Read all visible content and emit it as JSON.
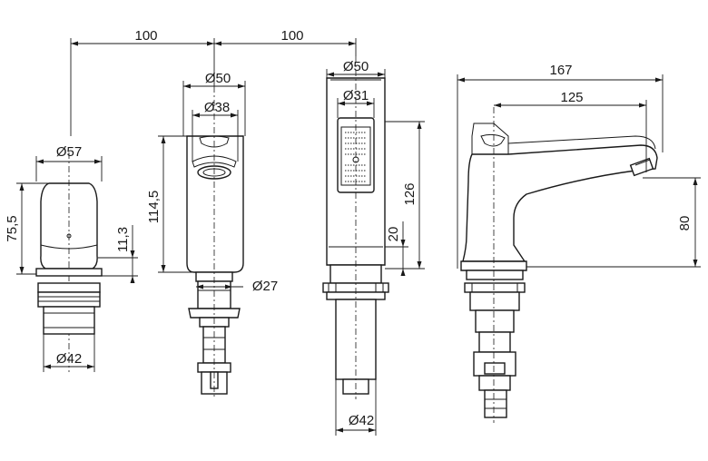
{
  "drawing": {
    "dimensions": {
      "spacing_left": "100",
      "spacing_right": "100",
      "knob_diameter": "Ø57",
      "knob_height": "75,5",
      "knob_flange": "11,3",
      "knob_base": "Ø42",
      "spout_front_width": "Ø50",
      "spout_aerator": "Ø38",
      "spout_front_height": "114,5",
      "spout_shank": "Ø27",
      "shower_width": "Ø50",
      "shower_face": "Ø31",
      "shower_height": "126",
      "shower_offset": "20",
      "shower_base": "Ø42",
      "side_length": "167",
      "side_reach": "125",
      "side_height": "80"
    }
  }
}
